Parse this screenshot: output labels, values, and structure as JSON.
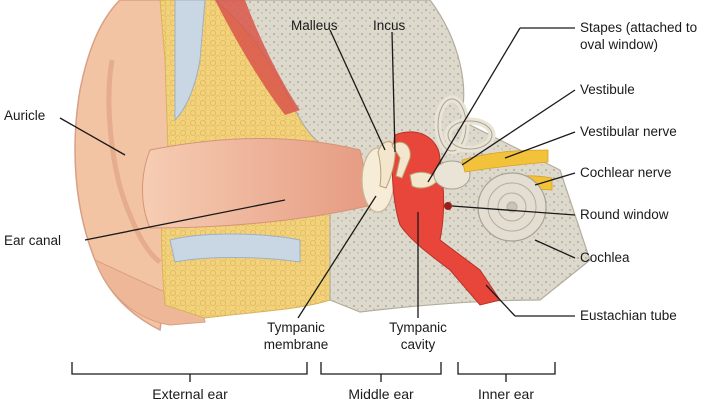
{
  "labels": {
    "auricle": "Auricle",
    "ear_canal": "Ear canal",
    "malleus": "Malleus",
    "incus": "Incus",
    "stapes_line1": "Stapes (attached to",
    "stapes_line2": "oval window)",
    "vestibule": "Vestibule",
    "vestibular_nerve": "Vestibular nerve",
    "cochlear_nerve": "Cochlear nerve",
    "round_window": "Round window",
    "cochlea": "Cochlea",
    "eustachian_tube": "Eustachian tube",
    "tympanic_membrane_line1": "Tympanic",
    "tympanic_membrane_line2": "membrane",
    "tympanic_cavity_line1": "Tympanic",
    "tympanic_cavity_line2": "cavity"
  },
  "regions": {
    "external_ear": "External ear",
    "middle_ear": "Middle ear",
    "inner_ear": "Inner ear"
  },
  "colors": {
    "skin": "#f2c4a4",
    "skin_shadow": "#e0a184",
    "fat": "#f1d27a",
    "bone": "#d9d5c8",
    "cartilage": "#c9d6e3",
    "cavity": "#e8463a",
    "nerve": "#f2c23a"
  }
}
